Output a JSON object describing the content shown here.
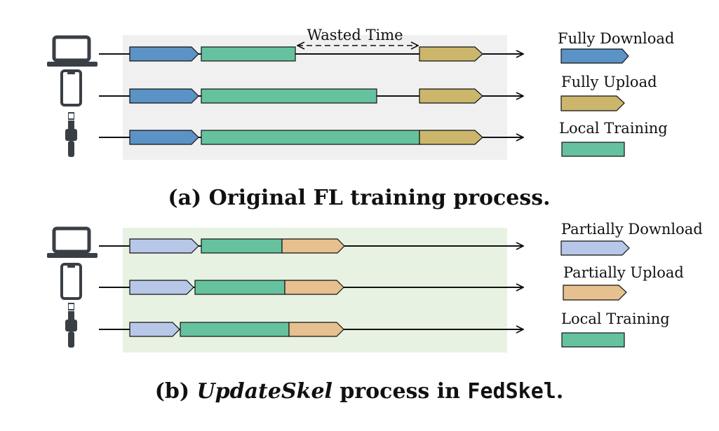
{
  "panel_a": {
    "caption": "(a) Original FL training process.",
    "annotation": "Wasted Time",
    "legend": [
      {
        "label": "Fully Download",
        "kind": "download"
      },
      {
        "label": "Fully Upload",
        "kind": "upload"
      },
      {
        "label": "Local Training",
        "kind": "training"
      }
    ]
  },
  "panel_b": {
    "caption_prefix": "(b) ",
    "caption_italic": "UpdateSkel",
    "caption_middle": " process in ",
    "caption_code": "FedSkel",
    "caption_end": ".",
    "legend": [
      {
        "label": "Partially Download",
        "kind": "download"
      },
      {
        "label": "Partially Upload",
        "kind": "upload"
      },
      {
        "label": "Local Training",
        "kind": "training"
      }
    ]
  },
  "devices": [
    {
      "icon": "laptop-icon"
    },
    {
      "icon": "phone-icon"
    },
    {
      "icon": "smartwatch-icon"
    }
  ],
  "colors": {
    "panel_a_bg": "#f0f0f0",
    "panel_b_bg": "#e8f2e2",
    "full_download": "#5b93c7",
    "full_upload": "#cbb66c",
    "partial_download": "#b7c7e8",
    "partial_upload": "#e6c08e",
    "training": "#66c29e",
    "icon": "#3a3f46"
  }
}
